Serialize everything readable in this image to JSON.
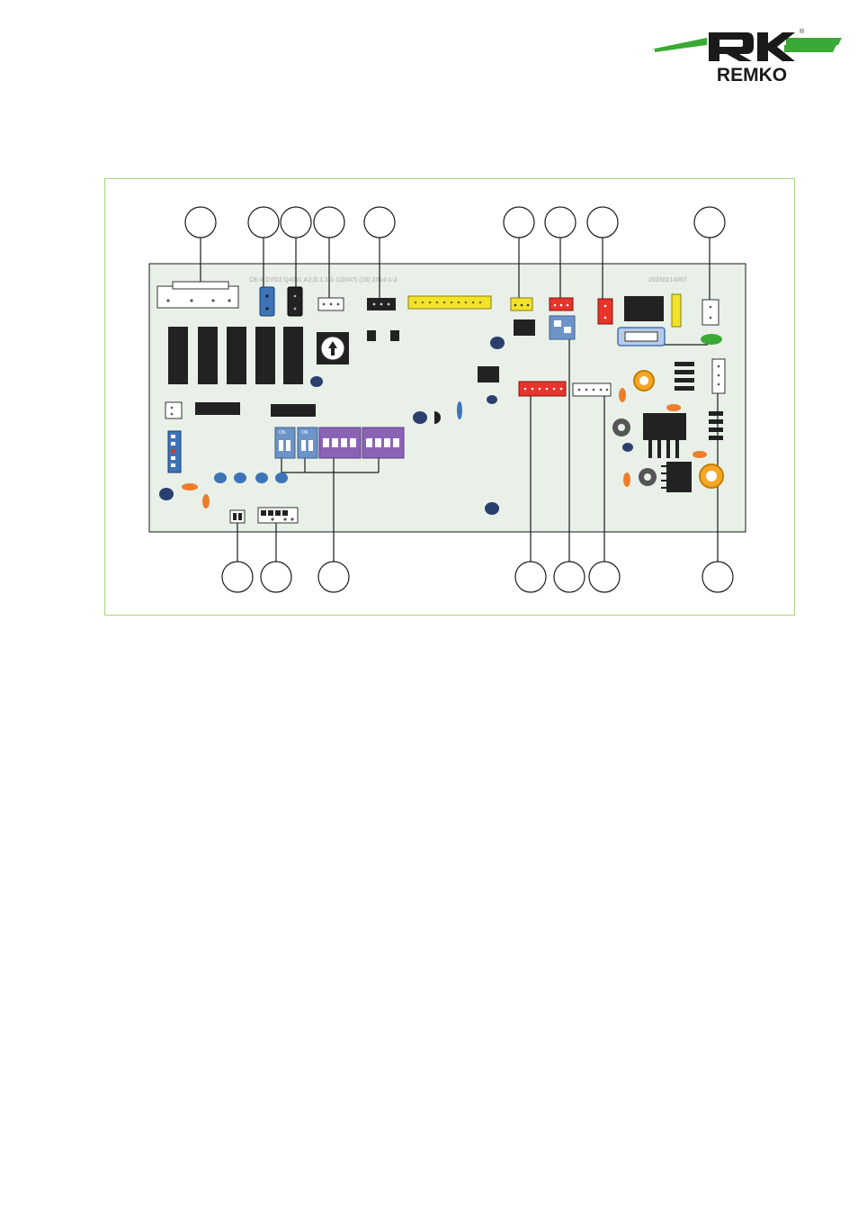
{
  "brand": {
    "name": "REMKO",
    "registered_mark": "®",
    "colors": {
      "green": "#3aa935",
      "dark": "#1a1a1a"
    }
  },
  "frame_color": "#a9d37f",
  "board": {
    "color": "#e8f0e8",
    "serial_text": "CE-4 DVD2 Q4/N1 A2.D.1.1 1-1(2047) (15) 2014-1-2",
    "part_number": "20230214007"
  },
  "switch_labels": {
    "on": "ON"
  },
  "callout_count_top": 9,
  "callout_count_bottom": 7,
  "component_colors": {
    "blue_connector": "#3d74b8",
    "black_connector": "#222222",
    "white_connector": "#ffffff",
    "yellow_connector": "#f2e22a",
    "red_connector": "#e8332a",
    "purple_switch": "#8a63b5",
    "orange_cap": "#ee7d2b",
    "green_led": "#3aa935"
  }
}
